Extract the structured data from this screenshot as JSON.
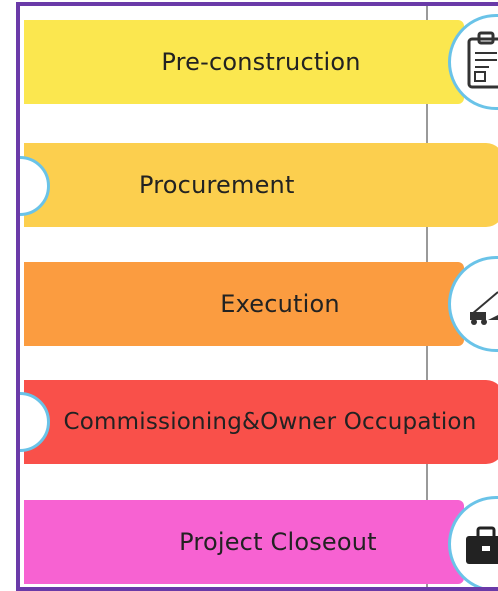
{
  "phases": [
    {
      "label": "Pre-construction",
      "color": "#fbe74f",
      "icon": "clipboard-icon"
    },
    {
      "label": "Procurement",
      "color": "#fccf4e",
      "icon": ""
    },
    {
      "label": "Execution",
      "color": "#fb9c40",
      "icon": "construction-site-icon"
    },
    {
      "label": "Commissioning&Owner Occupation",
      "color": "#f9504a",
      "icon": ""
    },
    {
      "label": "Project Closeout",
      "color": "#f762d2",
      "icon": "briefcase-icon"
    }
  ],
  "frame_color": "#6a3aa8",
  "circle_border_color": "#6ac3e8"
}
